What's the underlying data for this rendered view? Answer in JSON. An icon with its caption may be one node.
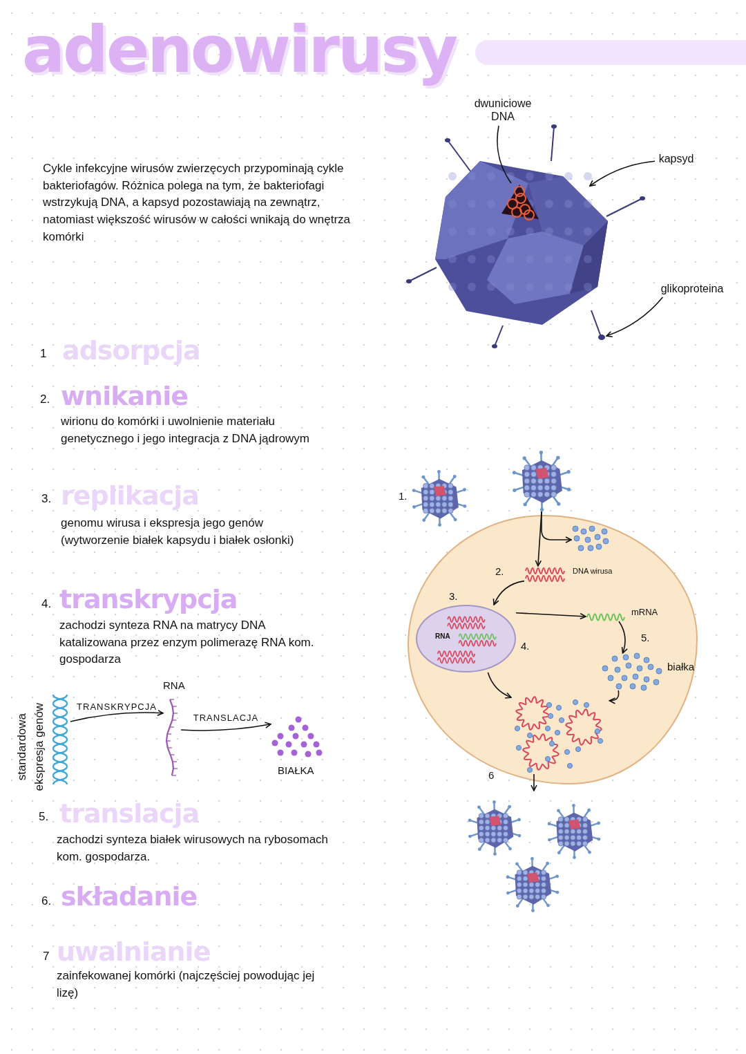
{
  "diagram": {
    "title": "adenowirusy",
    "nodes": [
      {
        "text": [
          "dwuniciowe DNA"
        ]
      },
      {
        "text": [
          "kapsyd"
        ]
      },
      {
        "text": [],
        "shape": "picture"
      },
      {
        "text": [],
        "shape": "picture",
        "in": 2
      },
      {
        "text": [],
        "shape": "picture",
        "in": 3
      },
      {
        "text": [],
        "shape": "picture",
        "in": 2
      },
      {
        "text": [
          "glikoproteina"
        ]
      },
      {
        "text": [],
        "shape": "picture"
      },
      {
        "text": [],
        "shape": "picture",
        "beside": [
          "RNA"
        ]
      },
      {
        "text": [],
        "shape": "picture",
        "beside": [
          "BIAŁKA"
        ]
      },
      {
        "text": [],
        "shape": "picture",
        "beside": [
          "1."
        ]
      },
      {
        "text": [],
        "shape": "picture"
      },
      {
        "text": [],
        "shape": "circle"
      },
      {
        "text": [],
        "shape": "picture",
        "in": 12
      },
      {
        "text": [],
        "shape": "picture",
        "in": 12,
        "beside": [
          "2.",
          "DNA wirusa"
        ]
      },
      {
        "text": [
          "RNA"
        ],
        "in": 12,
        "beside": [
          "3.",
          "4."
        ]
      },
      {
        "text": [],
        "shape": "picture",
        "in": 12,
        "beside": [
          "mRNA"
        ]
      },
      {
        "text": [],
        "shape": "picture",
        "in": 12,
        "beside": [
          "5.",
          "białka"
        ]
      },
      {
        "text": [],
        "shape": "picture",
        "in": 12,
        "beside": [
          "6"
        ]
      },
      {
        "text": [],
        "shape": "picture"
      },
      {
        "text": [],
        "shape": "picture"
      },
      {
        "text": [],
        "shape": "picture"
      },
      {
        "text": [],
        "shape": "bar"
      }
    ],
    "edges": [
      {
        "from": 0,
        "to": 4,
        "arrow": "none"
      },
      {
        "from": 1,
        "to": 3,
        "arrow": "to"
      },
      {
        "from": 6,
        "to": 5,
        "arrow": "to"
      },
      {
        "from": 7,
        "to": 8,
        "arrow": "to",
        "label": "TRANSKRYPCJA"
      },
      {
        "from": 8,
        "to": 9,
        "arrow": "to",
        "label": "TRANSLACJA"
      },
      {
        "from": 11,
        "to": 14,
        "arrow": "to"
      },
      {
        "from": 11,
        "to": 13,
        "arrow": "to"
      },
      {
        "from": 14,
        "to": 15,
        "arrow": "to"
      },
      {
        "from": 15,
        "to": 16,
        "arrow": "to"
      },
      {
        "from": 16,
        "to": 17,
        "arrow": "to"
      },
      {
        "from": 15,
        "to": 18,
        "arrow": "to"
      },
      {
        "from": 17,
        "to": 18,
        "arrow": "to"
      },
      {
        "from": 18,
        "to": null,
        "arrow": "to"
      }
    ],
    "labels": [
      "Cykle infekcyjne wirusów zwierzęcych przypominają cykle bakteriofagów. Różnica polega na tym, że bakteriofagi wstrzykują DNA, a kapsyd pozostawiają na zewnątrz, natomiast większość wirusów w całości wnikają do wnętrza komórki",
      "1",
      "adsorpcja",
      "2.",
      "wnikanie",
      "wirionu do komórki i uwolnienie materiału genetycznego i jego integracja z DNA jądrowym",
      "3.",
      "replikacja",
      "genomu wirusa i ekspresja jego genów (wytworzenie białek kapsydu i białek osłonki)",
      "4.",
      "transkrypcja",
      "zachodzi synteza RNA na matrycy DNA katalizowana przez enzym polimerazę RNA kom. gospodarza",
      "standardowa ekspresja genów",
      "5.",
      "translacja",
      "zachodzi synteza białek wirusowych na rybosomach kom. gospodarza.",
      "6.",
      "składanie",
      "7",
      "uwalnianie",
      "zainfekowanej komórki (najczęściej powodując jej lizę)"
    ]
  }
}
